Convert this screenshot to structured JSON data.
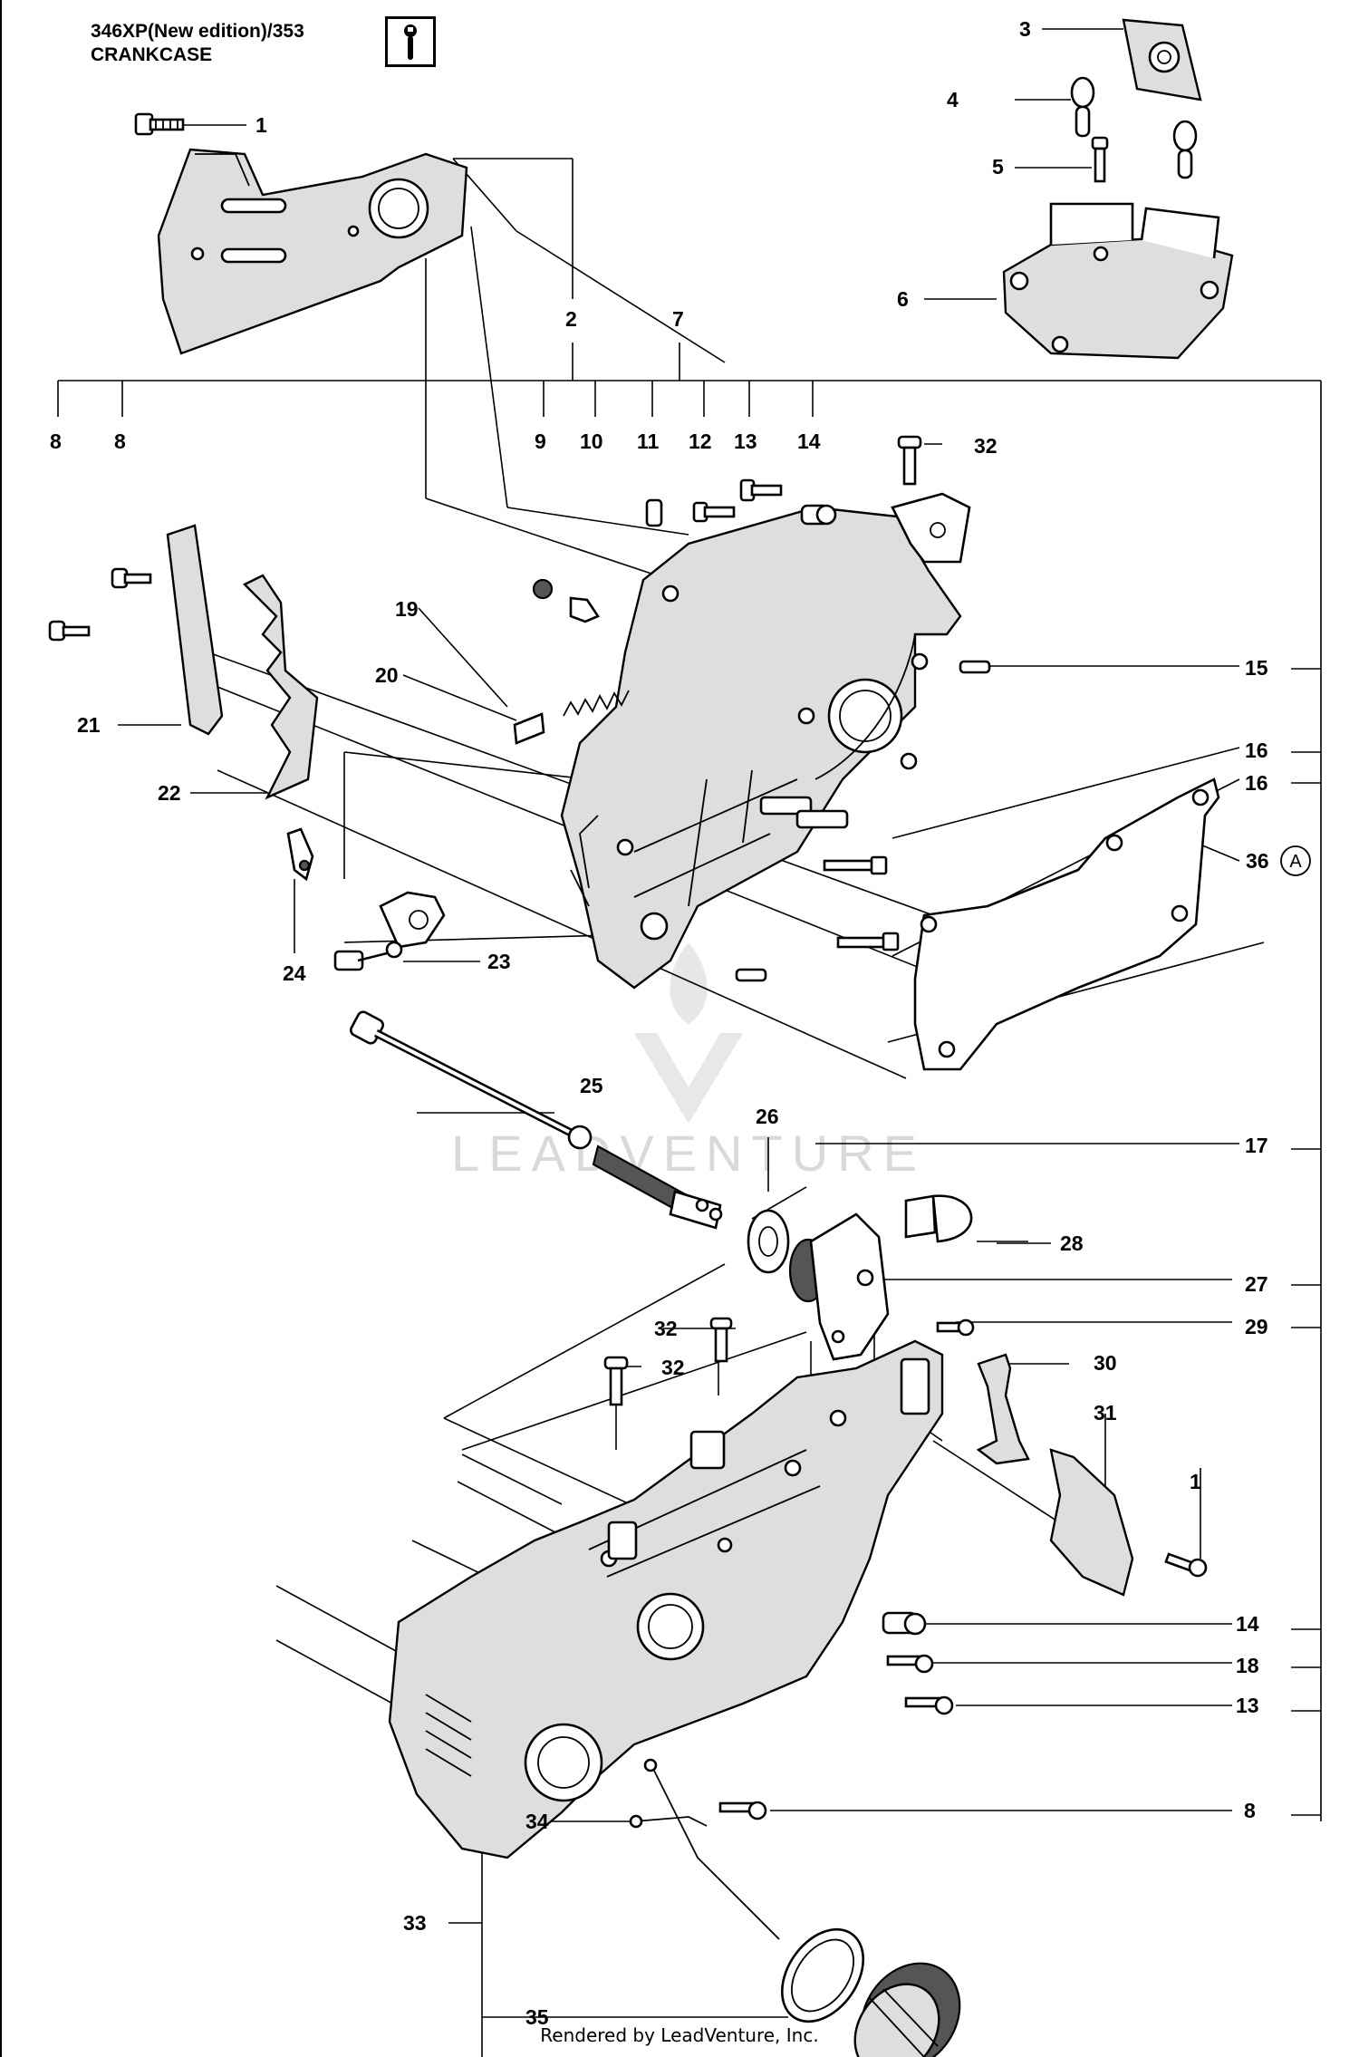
{
  "header": {
    "title_line1": "346XP(New edition)/353",
    "title_line2": "CRANKCASE"
  },
  "watermark": {
    "brand_text": "LEADVENTURE",
    "icon": "flame-v-logo-icon"
  },
  "callouts": {
    "c1a": "1",
    "c1b": "1",
    "c2": "2",
    "c3": "3",
    "c4": "4",
    "c5": "5",
    "c6": "6",
    "c7": "7",
    "c8a": "8",
    "c8b": "8",
    "c8c": "8",
    "c9": "9",
    "c10": "10",
    "c11": "11",
    "c12": "12",
    "c13a": "13",
    "c13b": "13",
    "c14a": "14",
    "c14b": "14",
    "c15": "15",
    "c16a": "16",
    "c16b": "16",
    "c17": "17",
    "c18": "18",
    "c19": "19",
    "c20": "20",
    "c21": "21",
    "c22": "22",
    "c23": "23",
    "c24": "24",
    "c25": "25",
    "c26": "26",
    "c27": "27",
    "c28": "28",
    "c29": "29",
    "c30": "30",
    "c31": "31",
    "c32a": "32",
    "c32b": "32",
    "c32c": "32",
    "c33": "33",
    "c34": "34",
    "c35": "35",
    "c36": "36"
  },
  "ref_marker": "A",
  "icons": {
    "header_icon": "wrench-icon"
  },
  "footer": {
    "text": "Rendered by LeadVenture, Inc."
  }
}
